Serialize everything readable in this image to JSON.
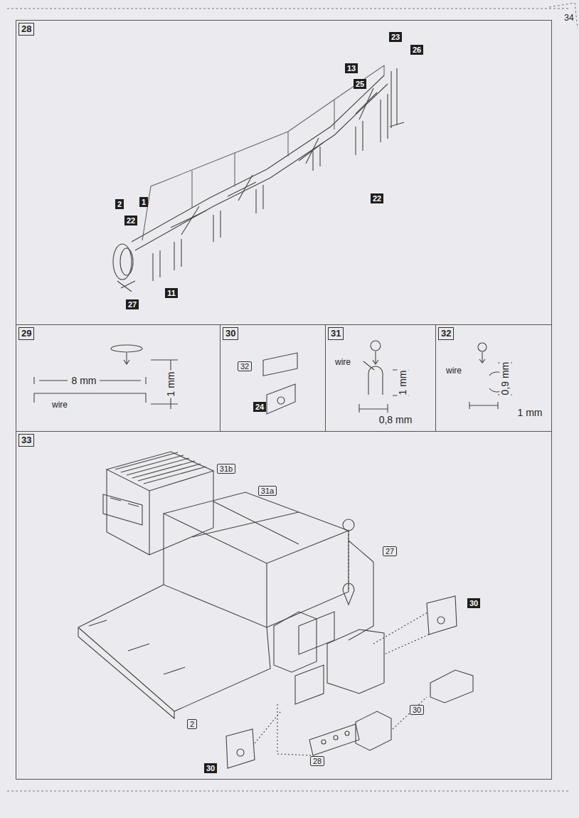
{
  "diagram": {
    "nodes": [
      {
        "text": [
          "28"
        ]
      },
      {
        "text": [
          "29"
        ]
      },
      {
        "text": [
          "30"
        ]
      },
      {
        "text": [
          "31"
        ]
      },
      {
        "text": [
          "32"
        ]
      },
      {
        "text": [
          "33"
        ]
      }
    ],
    "labels": [
      "34",
      "23",
      "26",
      "13",
      "25",
      "22",
      "2",
      "1",
      "22",
      "11",
      "27",
      "8 mm",
      "1 mm",
      "wire",
      "32",
      "24",
      "wire",
      "1 mm",
      "0,8 mm",
      "wire",
      "0,9 mm",
      "1 mm",
      "31b",
      "31a",
      "27",
      "30",
      "2",
      "30",
      "30",
      "28"
    ]
  }
}
